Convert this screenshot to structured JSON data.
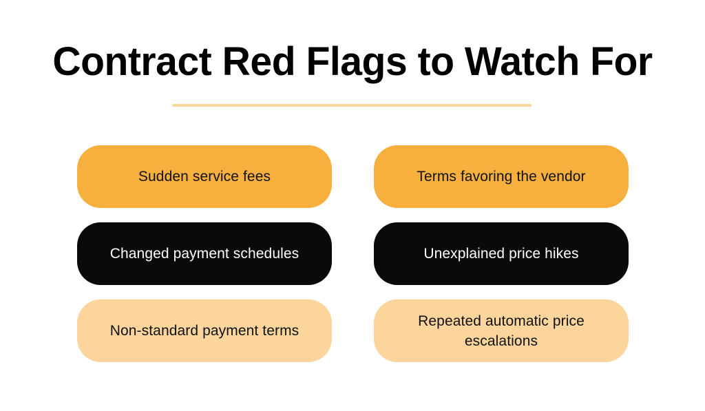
{
  "slide": {
    "background_color": "#FFFFFF",
    "title": "Contract Red Flags to Watch For",
    "divider": {
      "color": "#FBD79B"
    }
  },
  "theme_colors": {
    "orange": "#F7AF3E",
    "black": "#0A0A0A",
    "pale_orange": "#FBD59B",
    "text_dark": "#111111",
    "text_light": "#FFFFFF"
  },
  "cards": [
    {
      "label": "Sudden service fees",
      "theme": "orange",
      "column": "left",
      "row": 1
    },
    {
      "label": "Terms favoring the vendor",
      "theme": "orange",
      "column": "right",
      "row": 1
    },
    {
      "label": "Changed payment schedules",
      "theme": "black",
      "column": "left",
      "row": 2
    },
    {
      "label": "Unexplained price hikes",
      "theme": "black",
      "column": "right",
      "row": 2
    },
    {
      "label": "Non-standard payment terms",
      "theme": "pale",
      "column": "left",
      "row": 3
    },
    {
      "label": "Repeated automatic price escalations",
      "theme": "pale",
      "column": "right",
      "row": 3
    }
  ]
}
